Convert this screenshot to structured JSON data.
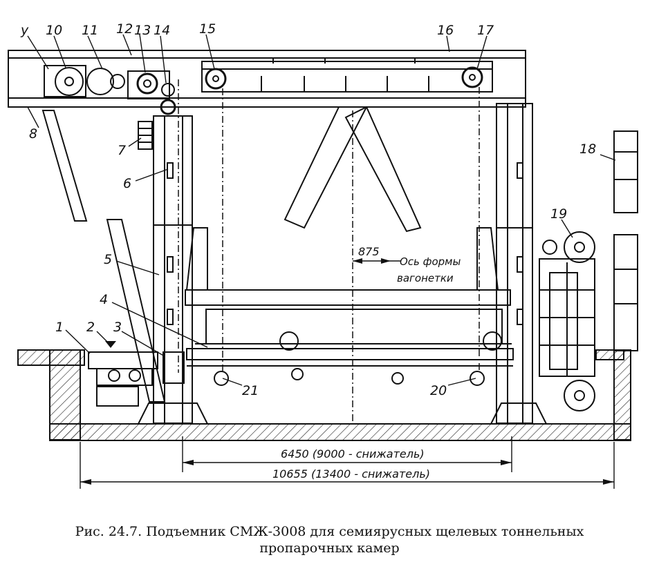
{
  "labels": [
    "у",
    "10",
    "11",
    "12",
    "13",
    "14",
    "15",
    "16",
    "17",
    "8",
    "7",
    "6",
    "18",
    "19",
    "5",
    "4",
    "1",
    "2",
    "3",
    "21",
    "20"
  ],
  "dim_875": "875",
  "annotation_line1": "Ось формы",
  "annotation_line2": "вагонетки",
  "dim_6450": "6450 (9000 - снижатель)",
  "dim_10655": "10655 (13400 - снижатель)",
  "caption_line1": "Рис. 24.7. Подъемник СМЖ-3008 для семиярусных  щелевых тоннельных",
  "caption_line2": "пропарочных камер"
}
